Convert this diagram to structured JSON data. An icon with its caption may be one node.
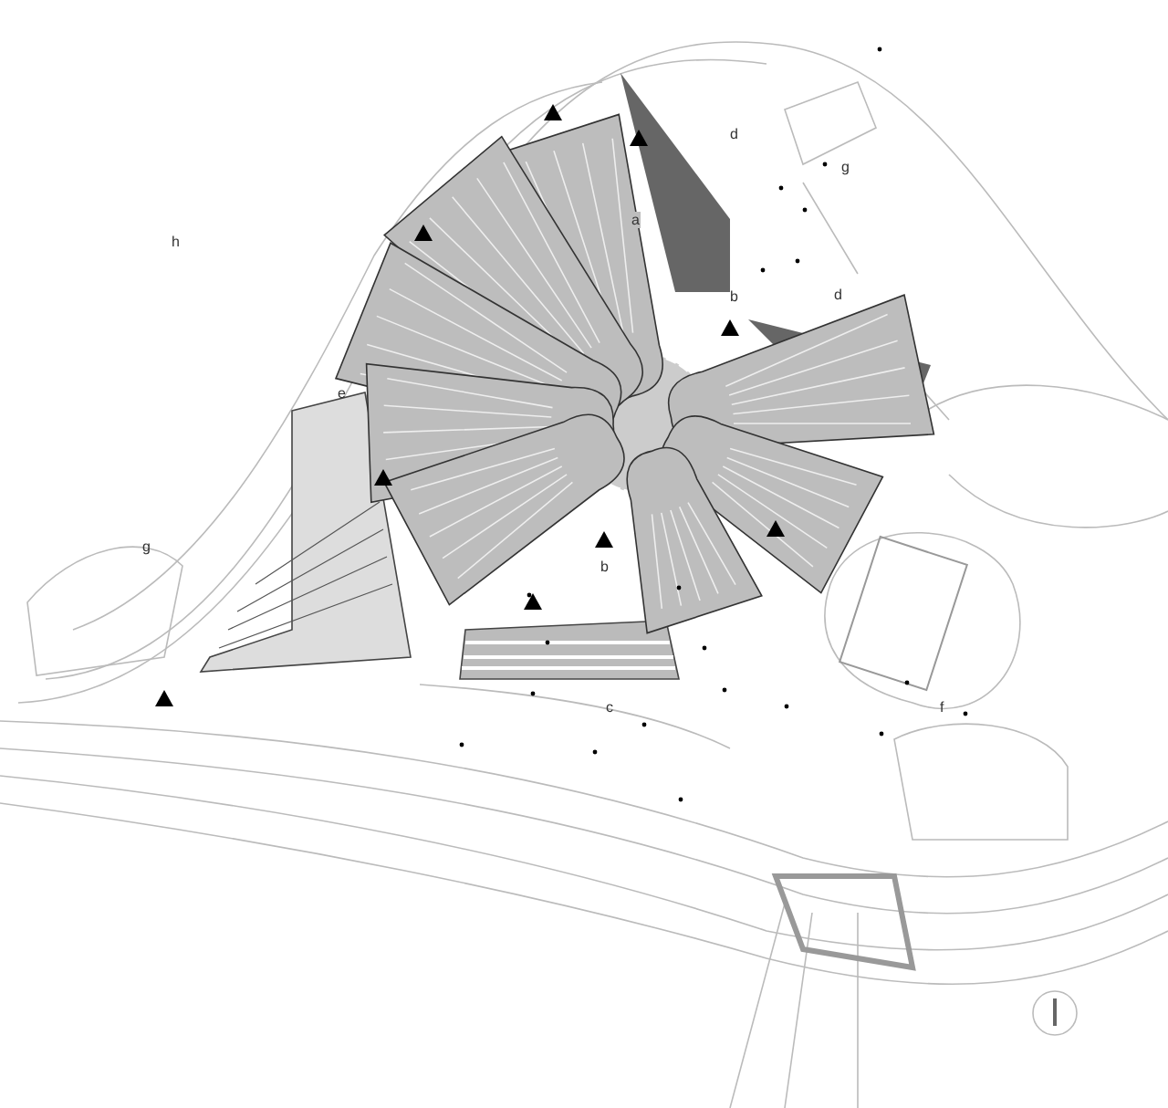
{
  "diagram": {
    "labels": [
      "h",
      "d",
      "g",
      "a",
      "b",
      "d",
      "e",
      "b",
      "g",
      "c",
      "f"
    ]
  }
}
